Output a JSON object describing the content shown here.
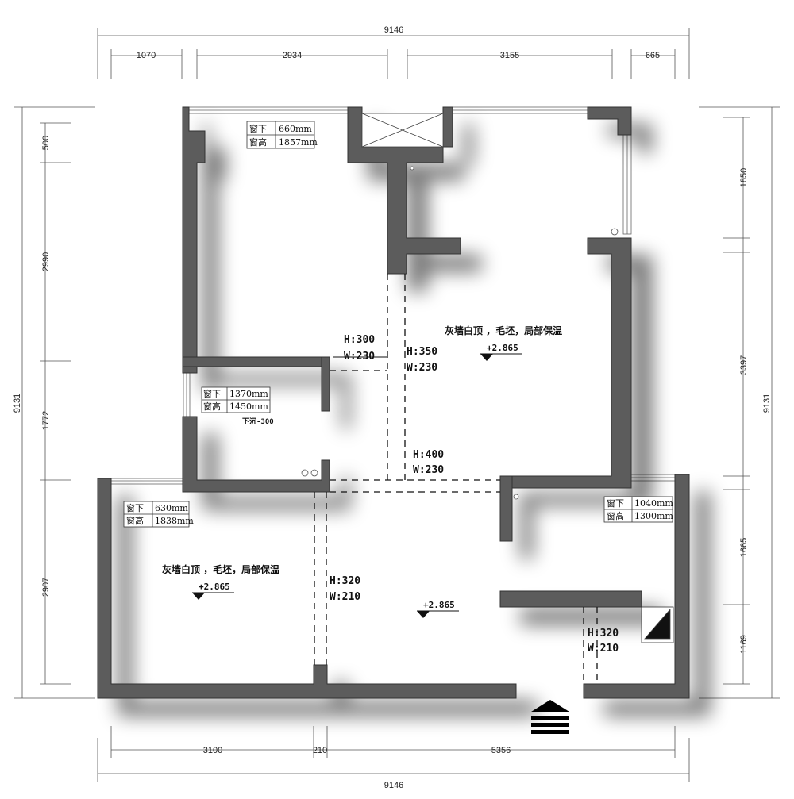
{
  "dimensions": {
    "top_total": "9146",
    "top_segments": [
      "1070",
      "2934",
      "3155",
      "665"
    ],
    "bottom_total": "9146",
    "bottom_segments": [
      "3100",
      "210",
      "5356"
    ],
    "left_total": "9131",
    "left_segments": [
      "500",
      "2990",
      "1772",
      "2907"
    ],
    "right_total": "9131",
    "right_segments": [
      "1850",
      "3397",
      "1665",
      "1169"
    ]
  },
  "windows": [
    {
      "sill_label": "窗下",
      "sill_value": "660mm",
      "height_label": "窗高",
      "height_value": "1857mm"
    },
    {
      "sill_label": "窗下",
      "sill_value": "1370mm",
      "height_label": "窗高",
      "height_value": "1450mm"
    },
    {
      "sill_label": "窗下",
      "sill_value": "630mm",
      "height_label": "窗高",
      "height_value": "1838mm"
    },
    {
      "sill_label": "窗下",
      "sill_value": "1040mm",
      "height_label": "窗高",
      "height_value": "1300mm"
    }
  ],
  "beams": [
    {
      "h": "H:300",
      "w": "W:230"
    },
    {
      "h": "H:350",
      "w": "W:230"
    },
    {
      "h": "H:400",
      "w": "W:230"
    },
    {
      "h": "H:320",
      "w": "W:210"
    },
    {
      "h": "H:320",
      "w": "W:210"
    }
  ],
  "notes": {
    "room_desc_1": "灰墙白顶 ，毛坯，局部保温",
    "room_desc_2": "灰墙白顶 ，毛坯，局部保温",
    "elevation": "+2.865",
    "drop": "下沉-300"
  }
}
